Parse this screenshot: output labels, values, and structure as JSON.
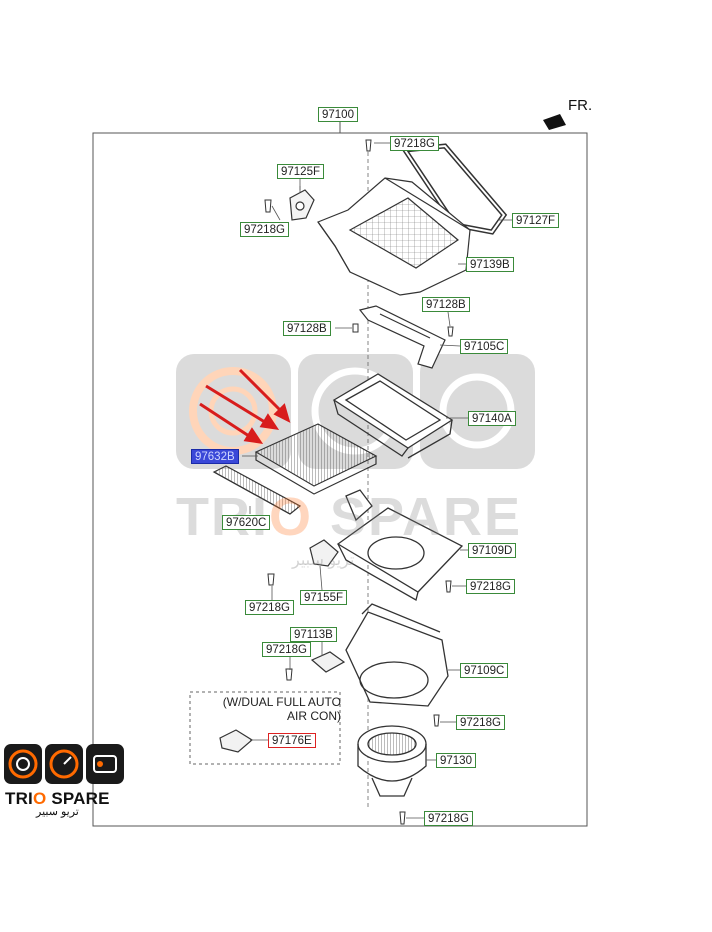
{
  "header": {
    "direction_label": "FR."
  },
  "callouts": {
    "top": "97100",
    "c97218g_top": "97218G",
    "c97125f": "97125F",
    "c97218g_left": "97218G",
    "c97127f": "97127F",
    "c97139b": "97139B",
    "c97128b_right": "97128B",
    "c97128b_left": "97128B",
    "c97105c": "97105C",
    "c97140a": "97140A",
    "c97632b": "97632B",
    "c97620c": "97620C",
    "c97109d": "97109D",
    "c97155f": "97155F",
    "c97218g_mid_right": "97218G",
    "c97218g_mid_left": "97218G",
    "c97113b": "97113B",
    "c97218g_res": "97218G",
    "c97109c": "97109C",
    "c97218g_low_right": "97218G",
    "c97176e": "97176E",
    "c97130": "97130",
    "c97218g_bottom": "97218G"
  },
  "note": {
    "line1": "(W/DUAL FULL AUTO",
    "line2": "AIR CON)"
  },
  "brand": {
    "name_part1": "TRI",
    "name_o": "O",
    "name_part2": " SPARE",
    "arabic": "تريو سبير"
  },
  "watermark": {
    "part1": "TRI",
    "o": "O",
    "part2": " SPARE",
    "arabic": "تريو سبير"
  },
  "colors": {
    "label_border": "#3a8a3a",
    "highlight_border": "#d22222",
    "selected_fill": "#3a48d8",
    "arrow": "#d81c1c",
    "brand_orange": "#ff6a00"
  }
}
